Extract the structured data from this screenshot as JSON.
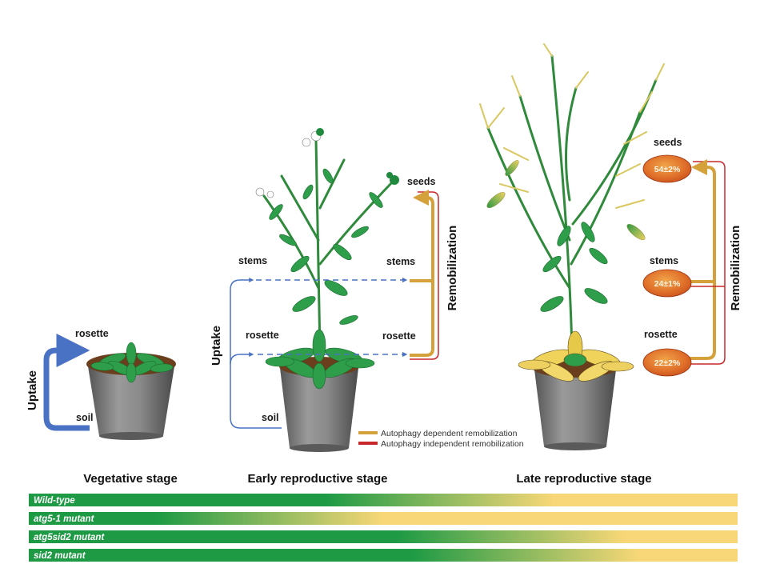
{
  "stages": {
    "vegetative": "Vegetative stage",
    "early": "Early reproductive stage",
    "late": "Late reproductive stage"
  },
  "vegetative_labels": {
    "uptake": "Uptake",
    "rosette": "rosette",
    "soil": "soil"
  },
  "early_labels": {
    "uptake": "Uptake",
    "stems_left": "stems",
    "rosette_left": "rosette",
    "soil": "soil",
    "seeds": "seeds",
    "stems_right": "stems",
    "rosette_right": "rosette",
    "remobilization": "Remobilization"
  },
  "late_labels": {
    "seeds": "seeds",
    "stems": "stems",
    "rosette": "rosette",
    "seeds_pct": "54±2%",
    "stems_pct": "24±1%",
    "rosette_pct": "22±2%",
    "remobilization": "Remobilization"
  },
  "legend": [
    {
      "label": "Autophagy dependent remobilization",
      "color": "#d4a13a"
    },
    {
      "label": "Autophagy independent remobilization",
      "color": "#c8282a"
    }
  ],
  "genotype_bars": [
    {
      "label": "Wild-type",
      "yellow_start": 0.62
    },
    {
      "label": "atg5-1 mutant",
      "yellow_start": 0.38
    },
    {
      "label": "atg5sid2 mutant",
      "yellow_start": 0.72
    },
    {
      "label": "sid2 mutant",
      "yellow_start": 0.74
    }
  ],
  "colors": {
    "uptake": "#4a72c4",
    "green": "#1e9a45",
    "yellow": "#f7d777",
    "soil": "#7a4a24",
    "pot": "#7b7b7b"
  }
}
